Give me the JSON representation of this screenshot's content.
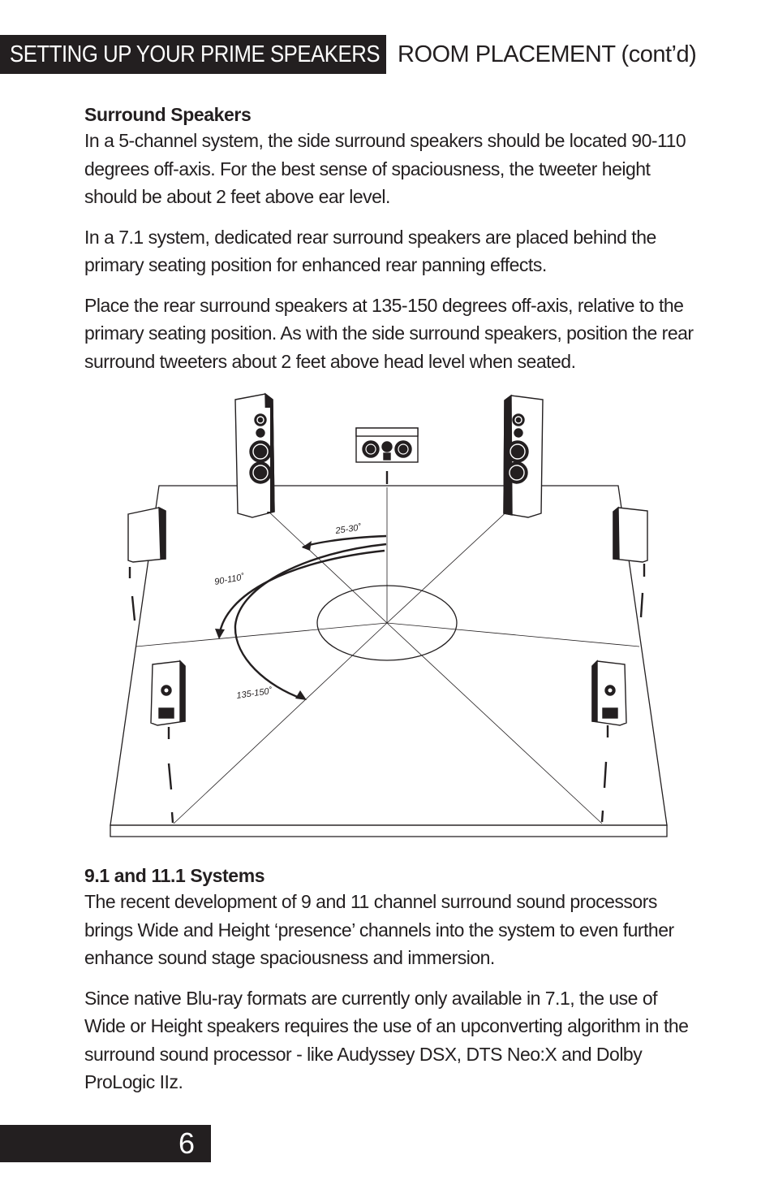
{
  "header": {
    "section": "SETTING UP YOUR PRIME SPEAKERS",
    "subsection": "ROOM PLACEMENT (cont’d)"
  },
  "surround": {
    "heading": "Surround Speakers",
    "paragraphs": [
      "In a 5-channel system, the side surround speakers should be located 90-110 degrees off-axis. For the best sense of spaciousness, the tweeter height should be about 2 feet above ear level.",
      "In a 7.1 system, dedicated rear surround speakers are placed behind the primary seating position for enhanced rear panning effects.",
      "Place the rear surround speakers at 135-150 degrees off-axis, relative to the primary seating position. As with the side surround speakers, position the rear surround tweeters about 2 feet above head level when seated."
    ]
  },
  "diagram": {
    "angle_front": "25-30˚",
    "angle_side": "90-110˚",
    "angle_rear": "135-150˚"
  },
  "systems": {
    "heading": "9.1 and 11.1 Systems",
    "paragraphs": [
      "The recent development of 9 and 11 channel surround sound processors brings Wide and Height ‘presence’ channels into the system to even further enhance sound stage spaciousness and immersion.",
      "Since native Blu-ray formats are currently only available in 7.1, the use of Wide or Height speakers requires the use of an upconverting algorithm in the surround sound processor - like Audyssey DSX, DTS Neo:X and Dolby ProLogic IIz."
    ]
  },
  "footer": {
    "page_number": "6"
  },
  "colors": {
    "ink": "#231f20",
    "paper": "#ffffff"
  }
}
